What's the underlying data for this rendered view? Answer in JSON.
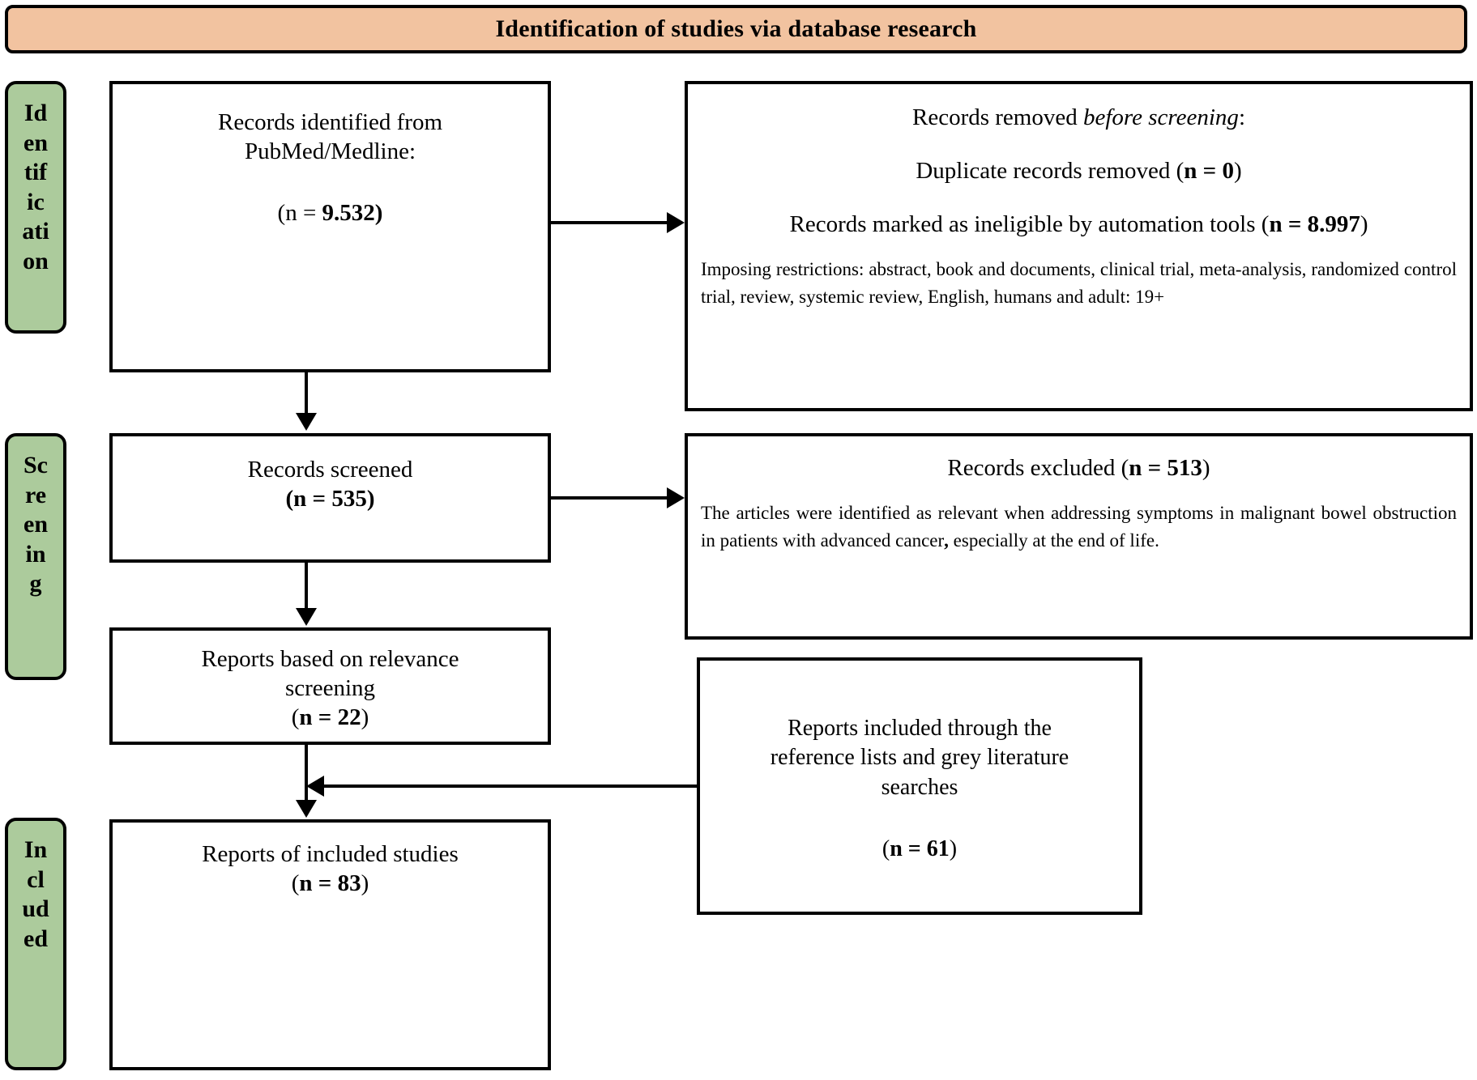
{
  "colors": {
    "banner_bg": "#F2C3A0",
    "phase_bg": "#ACCB9C",
    "border": "#000000",
    "box_bg": "#FFFFFF"
  },
  "banner": {
    "title": "Identification of studies via database research"
  },
  "phases": [
    {
      "name": "Identification",
      "lines": [
        "Id",
        "en",
        "tif",
        "ic",
        "ati",
        "on"
      ]
    },
    {
      "name": "Screening",
      "lines": [
        "Sc",
        "re",
        "en",
        "in",
        "g"
      ]
    },
    {
      "name": "Included",
      "lines": [
        "In",
        "cl",
        "ud",
        "ed"
      ]
    }
  ],
  "boxes": {
    "records_identified": {
      "line1": "Records identified from",
      "line2": "PubMed/Medline:",
      "count_prefix": "(n = ",
      "count_value": "9.532",
      "count_suffix": ")"
    },
    "records_removed": {
      "heading_plain": "Records removed ",
      "heading_italic": "before screening",
      "heading_colon": ":",
      "duplicates_label": "Duplicate records removed (",
      "duplicates_n": "n = 0",
      "duplicates_close": ")",
      "automation_label": "Records marked as ineligible by automation tools (",
      "automation_n": "n = 8.997",
      "automation_close": ")",
      "restrictions": "Imposing restrictions: abstract, book and documents, clinical trial, meta-analysis, randomized control trial, review, systemic review, English, humans and  adult:  19+"
    },
    "records_screened": {
      "line1": "Records screened",
      "count": "(n = 535)"
    },
    "records_excluded": {
      "heading_plain": "Records excluded (",
      "heading_n": "n = 513",
      "heading_close": ")",
      "body_part1": "The articles were identified as relevant when addressing symptoms in malignant bowel obstruction in patients with advanced cancer",
      "body_comma": ",",
      "body_part2": " especially at the end of life."
    },
    "reports_relevance": {
      "line1": "Reports based on relevance",
      "line2": "screening",
      "count_open": "(",
      "count_n": "n = 22",
      "count_close": ")"
    },
    "reports_reference": {
      "line1": "Reports included through the",
      "line2": "reference lists and grey literature",
      "line3": "searches",
      "count_open": "(",
      "count_n": "n = 61",
      "count_close": ")"
    },
    "reports_included": {
      "line1": "Reports of included studies",
      "count_open": "(",
      "count_n": "n = 83",
      "count_close": ")"
    }
  },
  "connectors": [
    {
      "name": "identified-to-removed",
      "type": "arrow-right"
    },
    {
      "name": "identified-to-screened",
      "type": "arrow-down"
    },
    {
      "name": "screened-to-excluded",
      "type": "arrow-right"
    },
    {
      "name": "screened-to-relevance",
      "type": "arrow-down"
    },
    {
      "name": "relevance-to-included",
      "type": "arrow-down"
    },
    {
      "name": "reference-to-included",
      "type": "arrow-left"
    }
  ]
}
